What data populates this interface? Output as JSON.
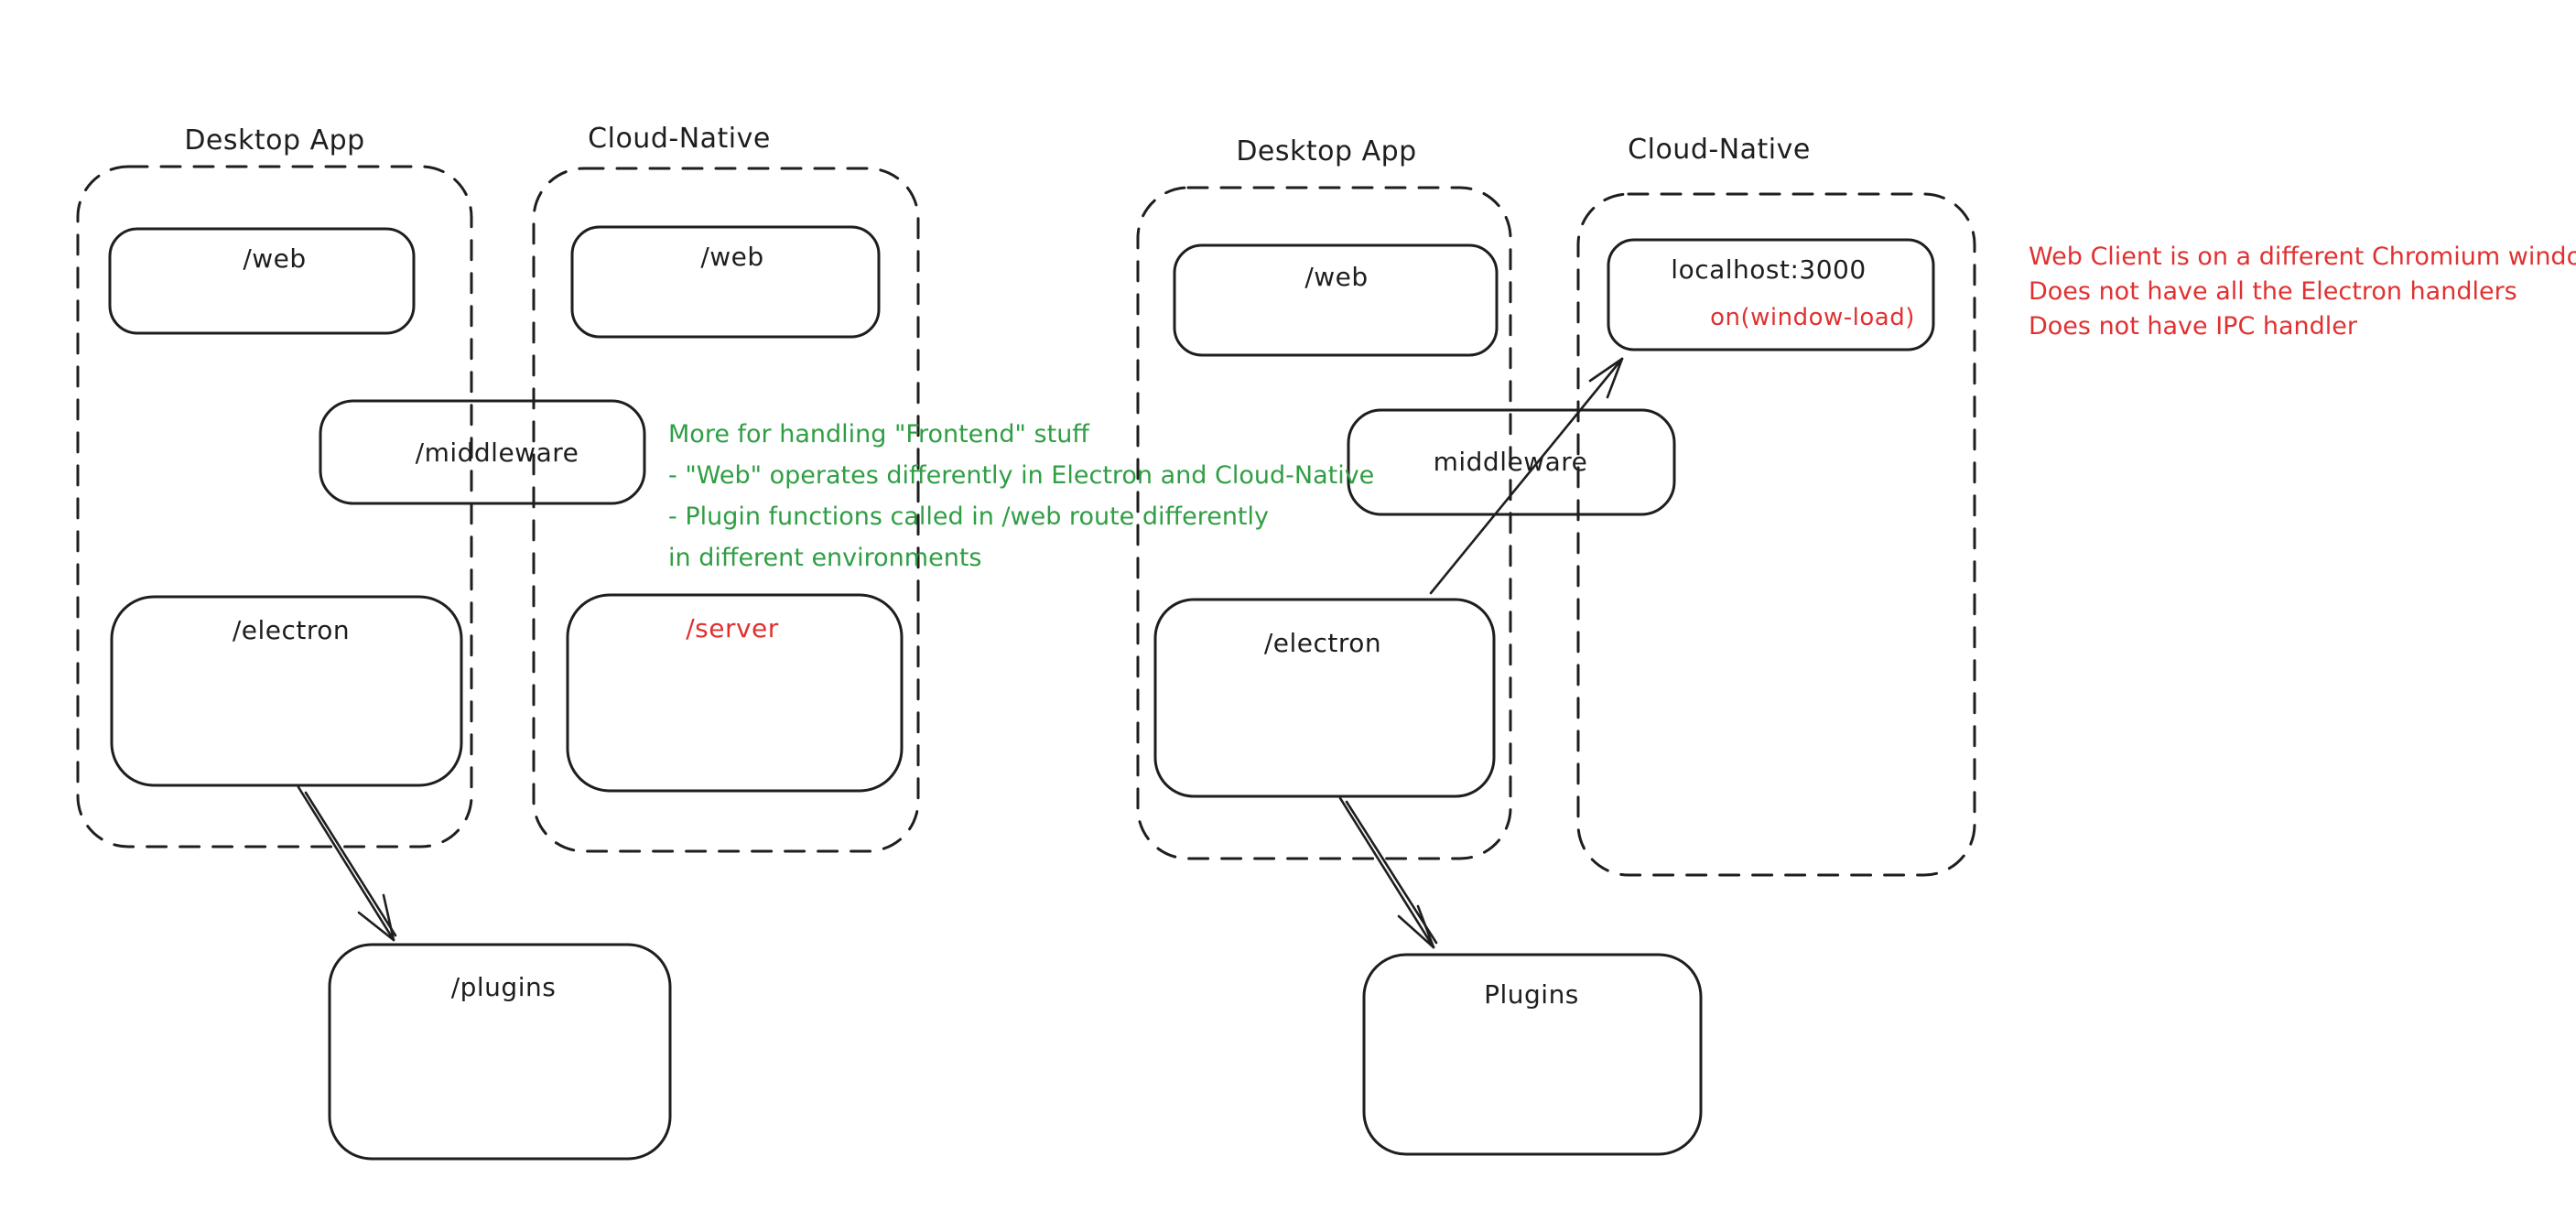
{
  "colors": {
    "ink": "#1e1e1e",
    "red": "#e03131",
    "green": "#2f9e44",
    "background": "#ffffff"
  },
  "left_diagram": {
    "desktop_container_label": "Desktop App",
    "cloud_container_label": "Cloud-Native",
    "desktop_web_box": "/web",
    "cloud_web_box": "/web",
    "middleware_box": "/middleware",
    "electron_box": "/electron",
    "server_box": "/server",
    "plugins_box": "/plugins",
    "green_note": [
      "More for handling \"Frontend\" stuff",
      "- \"Web\" operates differently in Electron and Cloud-Native",
      "- Plugin functions called in /web route differently",
      "in different environments"
    ]
  },
  "right_diagram": {
    "desktop_container_label": "Desktop App",
    "cloud_container_label": "Cloud-Native",
    "desktop_web_box": "/web",
    "localhost_box": "localhost:3000",
    "localhost_sub": "on(window-load)",
    "middleware_box": "middleware",
    "electron_box": "/electron",
    "plugins_box": "Plugins",
    "red_note": [
      "Web Client is on a different Chromium window",
      "Does not have all the Electron handlers",
      "Does not have IPC handler"
    ]
  }
}
